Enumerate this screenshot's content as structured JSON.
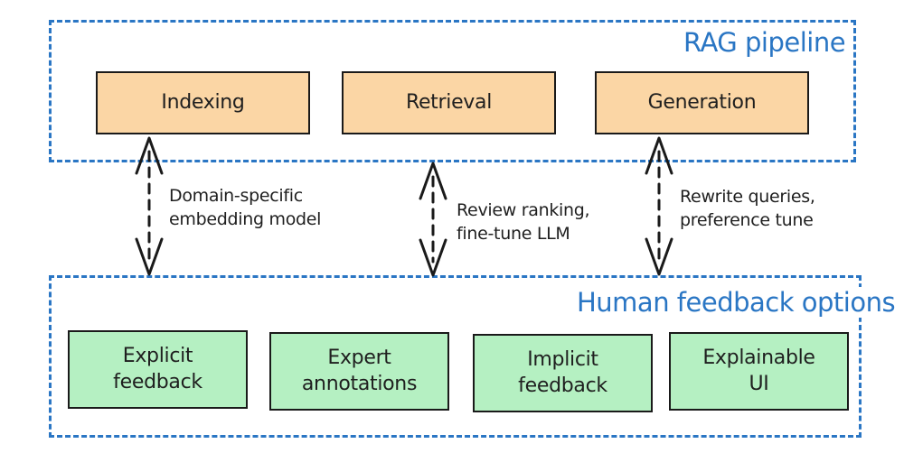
{
  "rag_pipeline": {
    "title": "RAG pipeline",
    "stages": [
      "Indexing",
      "Retrieval",
      "Generation"
    ]
  },
  "human_feedback": {
    "title": "Human feedback options",
    "options": [
      {
        "line1": "Explicit",
        "line2": "feedback"
      },
      {
        "line1": "Expert",
        "line2": "annotations"
      },
      {
        "line1": "Implicit",
        "line2": "feedback"
      },
      {
        "line1": "Explainable",
        "line2": "UI"
      }
    ]
  },
  "arrow_labels": [
    {
      "line1": "Domain-specific",
      "line2": "embedding model"
    },
    {
      "line1": "Review ranking,",
      "line2": "fine-tune LLM"
    },
    {
      "line1": "Rewrite queries,",
      "line2": "preference tune"
    }
  ],
  "colors": {
    "group_border": "#2a76c4",
    "stage_fill": "#fbd6a5",
    "option_fill": "#b5f0c2",
    "box_border": "#1a1a1a"
  }
}
